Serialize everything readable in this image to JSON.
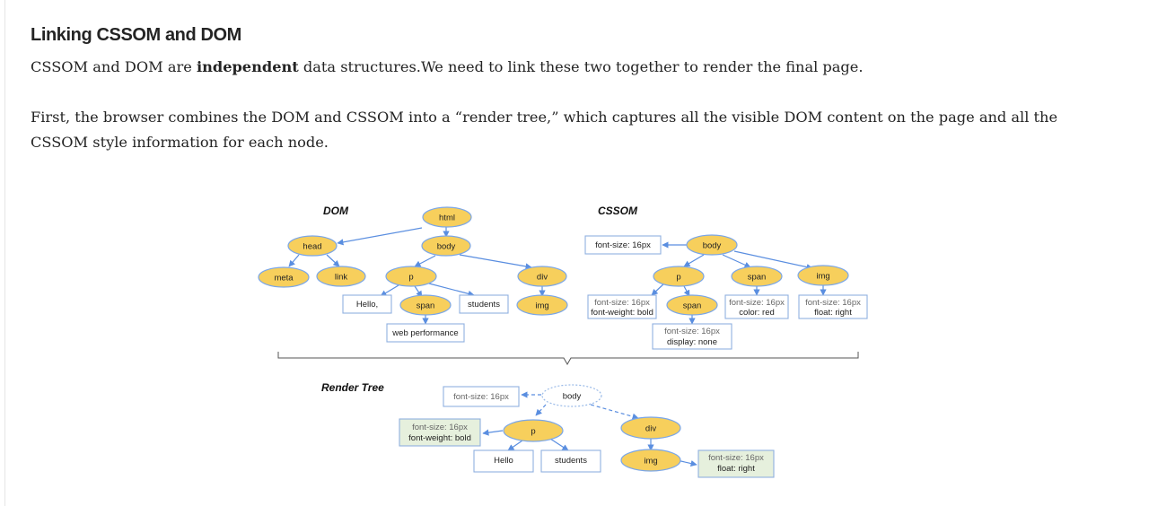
{
  "article": {
    "heading": "Linking CSSOM and DOM",
    "p1_before": "CSSOM and DOM are ",
    "p1_bold": "independent",
    "p1_after": " data structures.We need to link these two together to render the final page.",
    "p2": "First, the browser combines the DOM and CSSOM into a “render tree,” which captures all the visible DOM content on the page and all the CSSOM style information for each node."
  },
  "diagram": {
    "dom_title": "DOM",
    "cssom_title": "CSSOM",
    "render_title": "Render Tree",
    "dom": {
      "html": "html",
      "head": "head",
      "body": "body",
      "meta": "meta",
      "link": "link",
      "p": "p",
      "div": "div",
      "hello": "Hello,",
      "span": "span",
      "students": "students",
      "img": "img",
      "web_performance": "web performance"
    },
    "cssom": {
      "body_style": "font-size: 16px",
      "body": "body",
      "p": "p",
      "span": "span",
      "img": "img",
      "p_style_1": "font-size: 16px",
      "p_style_2": "font-weight: bold",
      "span_inner": "span",
      "span_style_1": "font-size: 16px",
      "span_style_2": "color: red",
      "img_style_1": "font-size: 16px",
      "img_style_2": "float: right",
      "hidden_style_1": "font-size: 16px",
      "hidden_style_2": "display: none"
    },
    "render": {
      "body_style": "font-size: 16px",
      "body": "body",
      "p_style_1": "font-size: 16px",
      "p_style_2": "font-weight: bold",
      "p": "p",
      "div": "div",
      "hello": "Hello",
      "students": "students",
      "img": "img",
      "img_style_1": "font-size: 16px",
      "img_style_2": "float: right"
    }
  },
  "colors": {
    "node_fill": "#f7cf5c",
    "edge": "#5a8ee0",
    "style_box_green": "#e6f0dd"
  }
}
